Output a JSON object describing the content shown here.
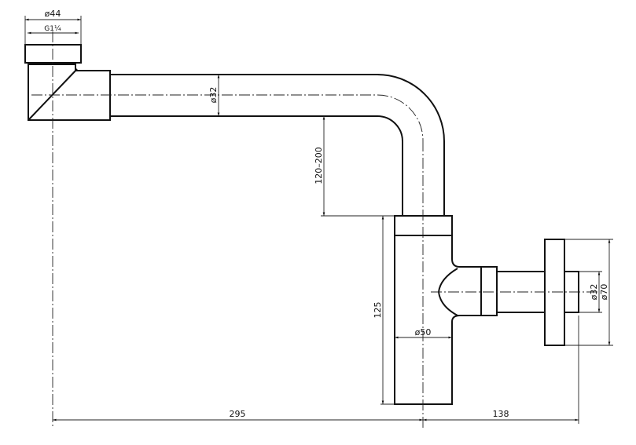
{
  "dimensions": {
    "outlet_outer_diameter": "ø44",
    "outlet_thread": "G1¼",
    "pipe_diameter": "ø32",
    "height_range": "120–200",
    "trap_height": "125",
    "trap_diameter": "ø50",
    "waste_diameter": "ø32",
    "flange_diameter": "ø70",
    "horizontal_length": "295",
    "wall_offset": "138"
  }
}
